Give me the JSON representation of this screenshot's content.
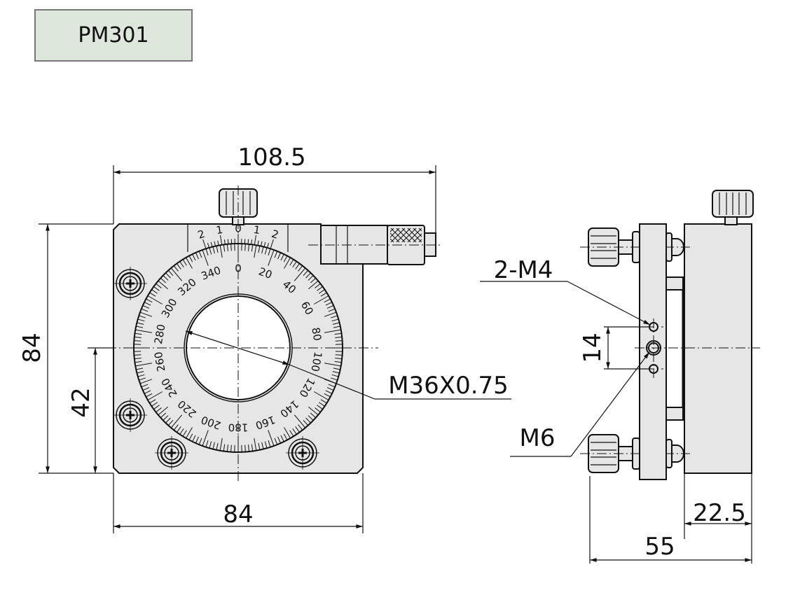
{
  "title": "PM301",
  "dimensions": {
    "overall_width": "108.5",
    "height": "84",
    "center_height": "42",
    "width": "84",
    "thread": "M36X0.75",
    "side_holes": "2-M4",
    "hole_spacing": "14",
    "center_hole": "M6",
    "body_depth": "22.5",
    "total_depth": "55"
  },
  "dial": {
    "labels": [
      "0",
      "20",
      "40",
      "60",
      "80",
      "100",
      "120",
      "140",
      "160",
      "180",
      "200",
      "220",
      "240",
      "260",
      "280",
      "300",
      "320",
      "340"
    ],
    "vernier_labels": [
      "2",
      "1",
      "0",
      "1",
      "2"
    ]
  },
  "colors": {
    "part_fill": "#e6e6e6",
    "title_fill": "#dde7db"
  }
}
